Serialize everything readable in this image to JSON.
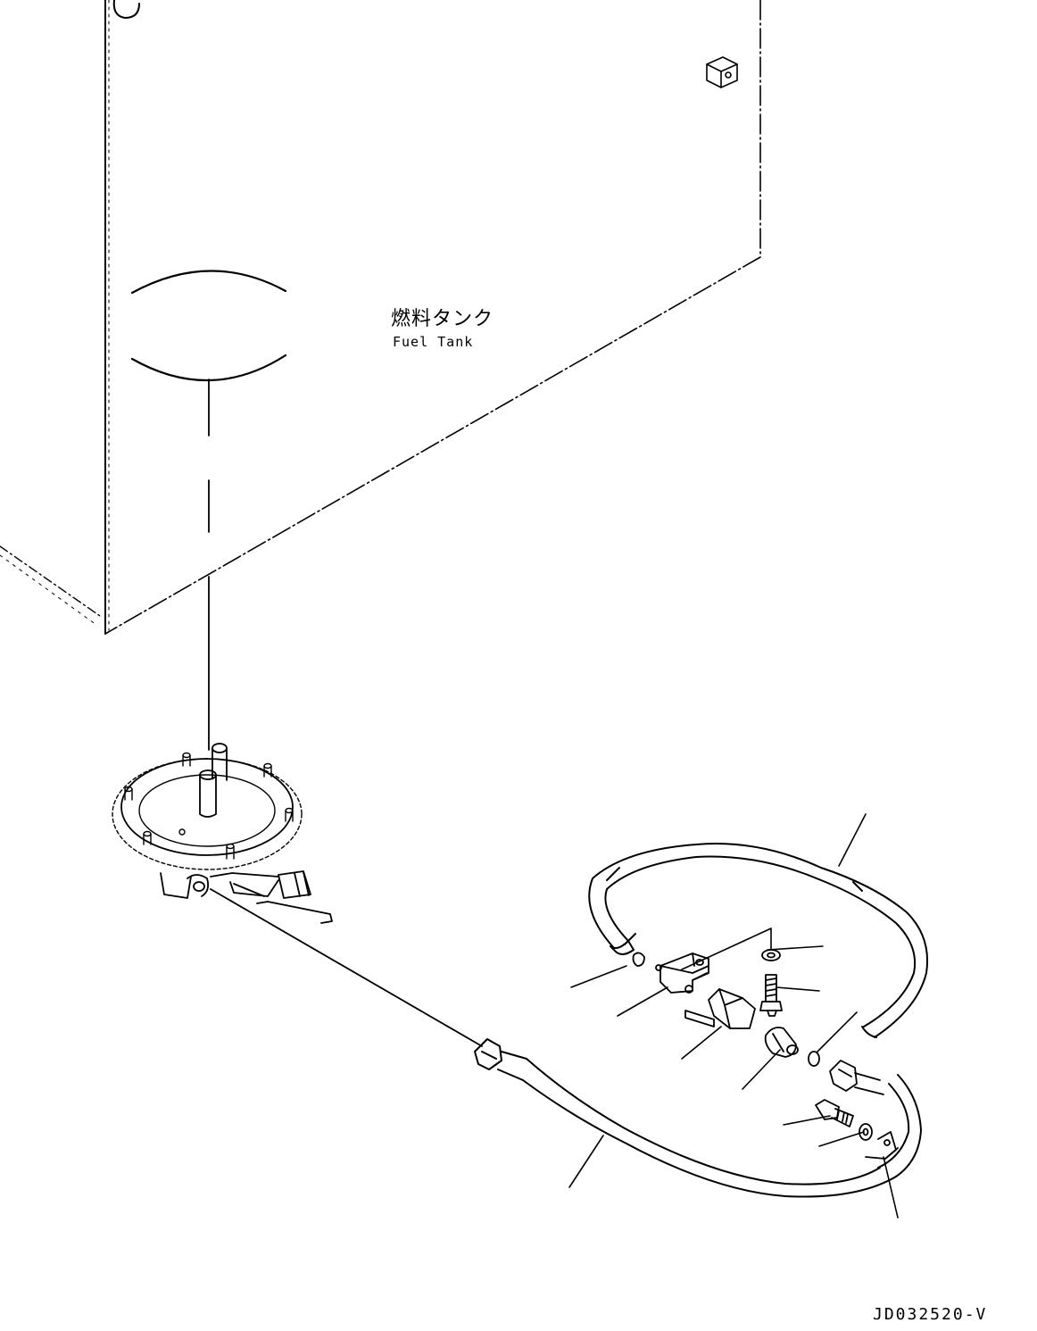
{
  "diagram": {
    "tank_label_ja": "燃料タンク",
    "tank_label_en": "Fuel Tank",
    "drawing_code": "JD032520-V"
  },
  "colors": {
    "line": "#000000",
    "background": "#ffffff"
  },
  "icons": [
    "fuel-tank",
    "sender-flange",
    "hose",
    "clamp",
    "bolt",
    "washer",
    "o-ring",
    "elbow-fitting",
    "connector"
  ]
}
